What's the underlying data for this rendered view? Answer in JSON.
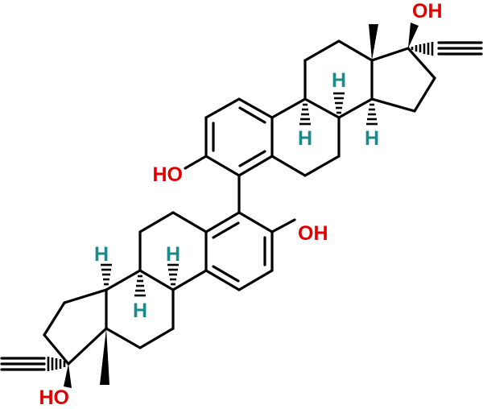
{
  "molecule": {
    "labels": {
      "hydroxyl_top_right": "OH",
      "hydroxyl_upper_left": "HO",
      "hydroxyl_mid_right": "OH",
      "hydroxyl_bottom_left": "HO",
      "hydrogen_upper_8": "H",
      "hydrogen_upper_9": "H",
      "hydrogen_upper_14": "H",
      "hydrogen_lower_14": "H",
      "hydrogen_lower_9": "H",
      "hydrogen_lower_8": "H"
    },
    "colors": {
      "bond": "#000000",
      "oxygen_label": "#e00000",
      "hydrogen_label": "#1a8a8a",
      "background": "#ffffff"
    }
  }
}
